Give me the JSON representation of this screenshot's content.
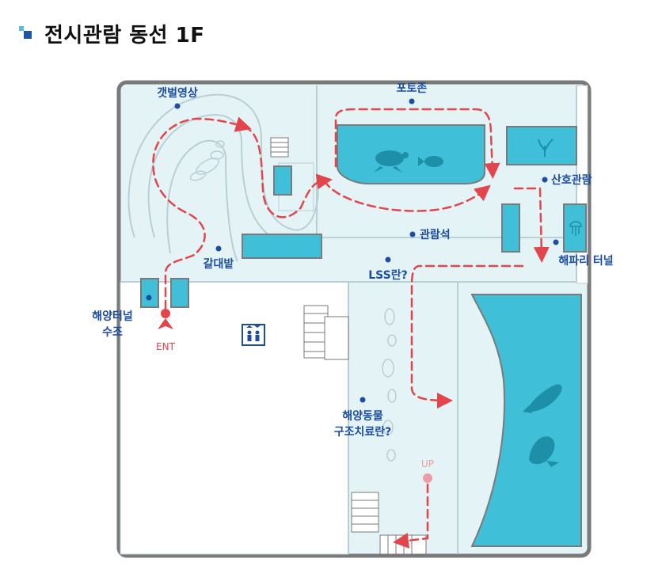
{
  "header": {
    "title": "전시관람 동선 1F"
  },
  "labels": {
    "gaebeol_video": "갯벌영상",
    "photo_zone": "포토존",
    "coral_viewing": "산호관람",
    "seating": "관람석",
    "jellyfish_tunnel": "해파리 터널",
    "lss_room": "LSS란?",
    "mudflat_field": "갈대밭",
    "ocean_tunnel_line1": "해양터널",
    "ocean_tunnel_line2": "수조",
    "entrance": "ENT",
    "marine_rescue_line1": "해양동물",
    "marine_rescue_line2": "구조치료란?",
    "up": "UP"
  },
  "colors": {
    "route": "#e2454b",
    "water": "#3fbfd8",
    "floor": "#e4f3f6",
    "wall": "#7a7a7a",
    "label": "#1c4da0"
  },
  "icons": [
    "elevator-icon",
    "turtle-icon",
    "fish-icon",
    "coral-icon",
    "jellyfish-icon",
    "seal-icon"
  ]
}
